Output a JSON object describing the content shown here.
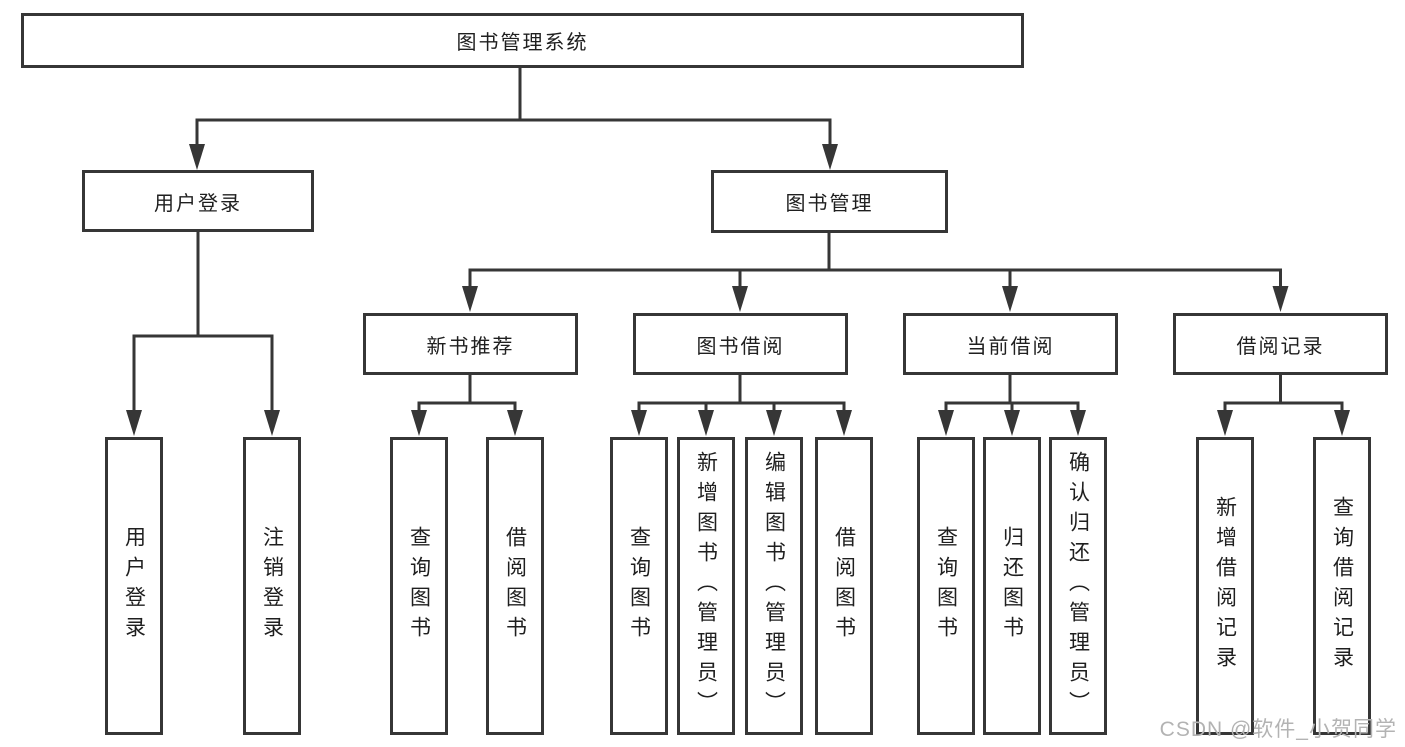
{
  "tree": {
    "root": {
      "label": "图书管理系统"
    },
    "branches": [
      {
        "label": "用户登录",
        "children": [
          {
            "label": "用户登录"
          },
          {
            "label": "注销登录"
          }
        ]
      },
      {
        "label": "图书管理",
        "children": [
          {
            "label": "新书推荐",
            "children": [
              {
                "label": "查询图书"
              },
              {
                "label": "借阅图书"
              }
            ]
          },
          {
            "label": "图书借阅",
            "children": [
              {
                "label": "查询图书"
              },
              {
                "label": "新增图书（管理员）"
              },
              {
                "label": "编辑图书（管理员）"
              },
              {
                "label": "借阅图书"
              }
            ]
          },
          {
            "label": "当前借阅",
            "children": [
              {
                "label": "查询图书"
              },
              {
                "label": "归还图书"
              },
              {
                "label": "确认归还（管理员）"
              }
            ]
          },
          {
            "label": "借阅记录",
            "children": [
              {
                "label": "新增借阅记录"
              },
              {
                "label": "查询借阅记录"
              }
            ]
          }
        ]
      }
    ]
  },
  "watermark": {
    "text": "CSDN @软件_小贺同学"
  },
  "colors": {
    "line": "#363636",
    "box_border": "#363636",
    "box_fill": "#ffffff",
    "text": "#1f1f1f",
    "watermark": "#b3b3b3",
    "background": "#ffffff"
  }
}
